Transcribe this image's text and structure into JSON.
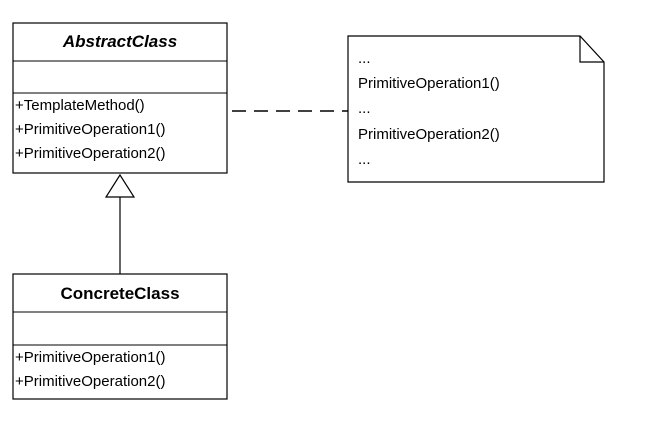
{
  "abstract_class": {
    "name": "AbstractClass",
    "operations": [
      "+TemplateMethod()",
      "+PrimitiveOperation1()",
      "+PrimitiveOperation2()"
    ]
  },
  "concrete_class": {
    "name": "ConcreteClass",
    "operations": [
      "+PrimitiveOperation1()",
      "+PrimitiveOperation2()"
    ]
  },
  "note": {
    "lines": [
      "...",
      "PrimitiveOperation1()",
      "...",
      "PrimitiveOperation2()",
      "..."
    ]
  }
}
